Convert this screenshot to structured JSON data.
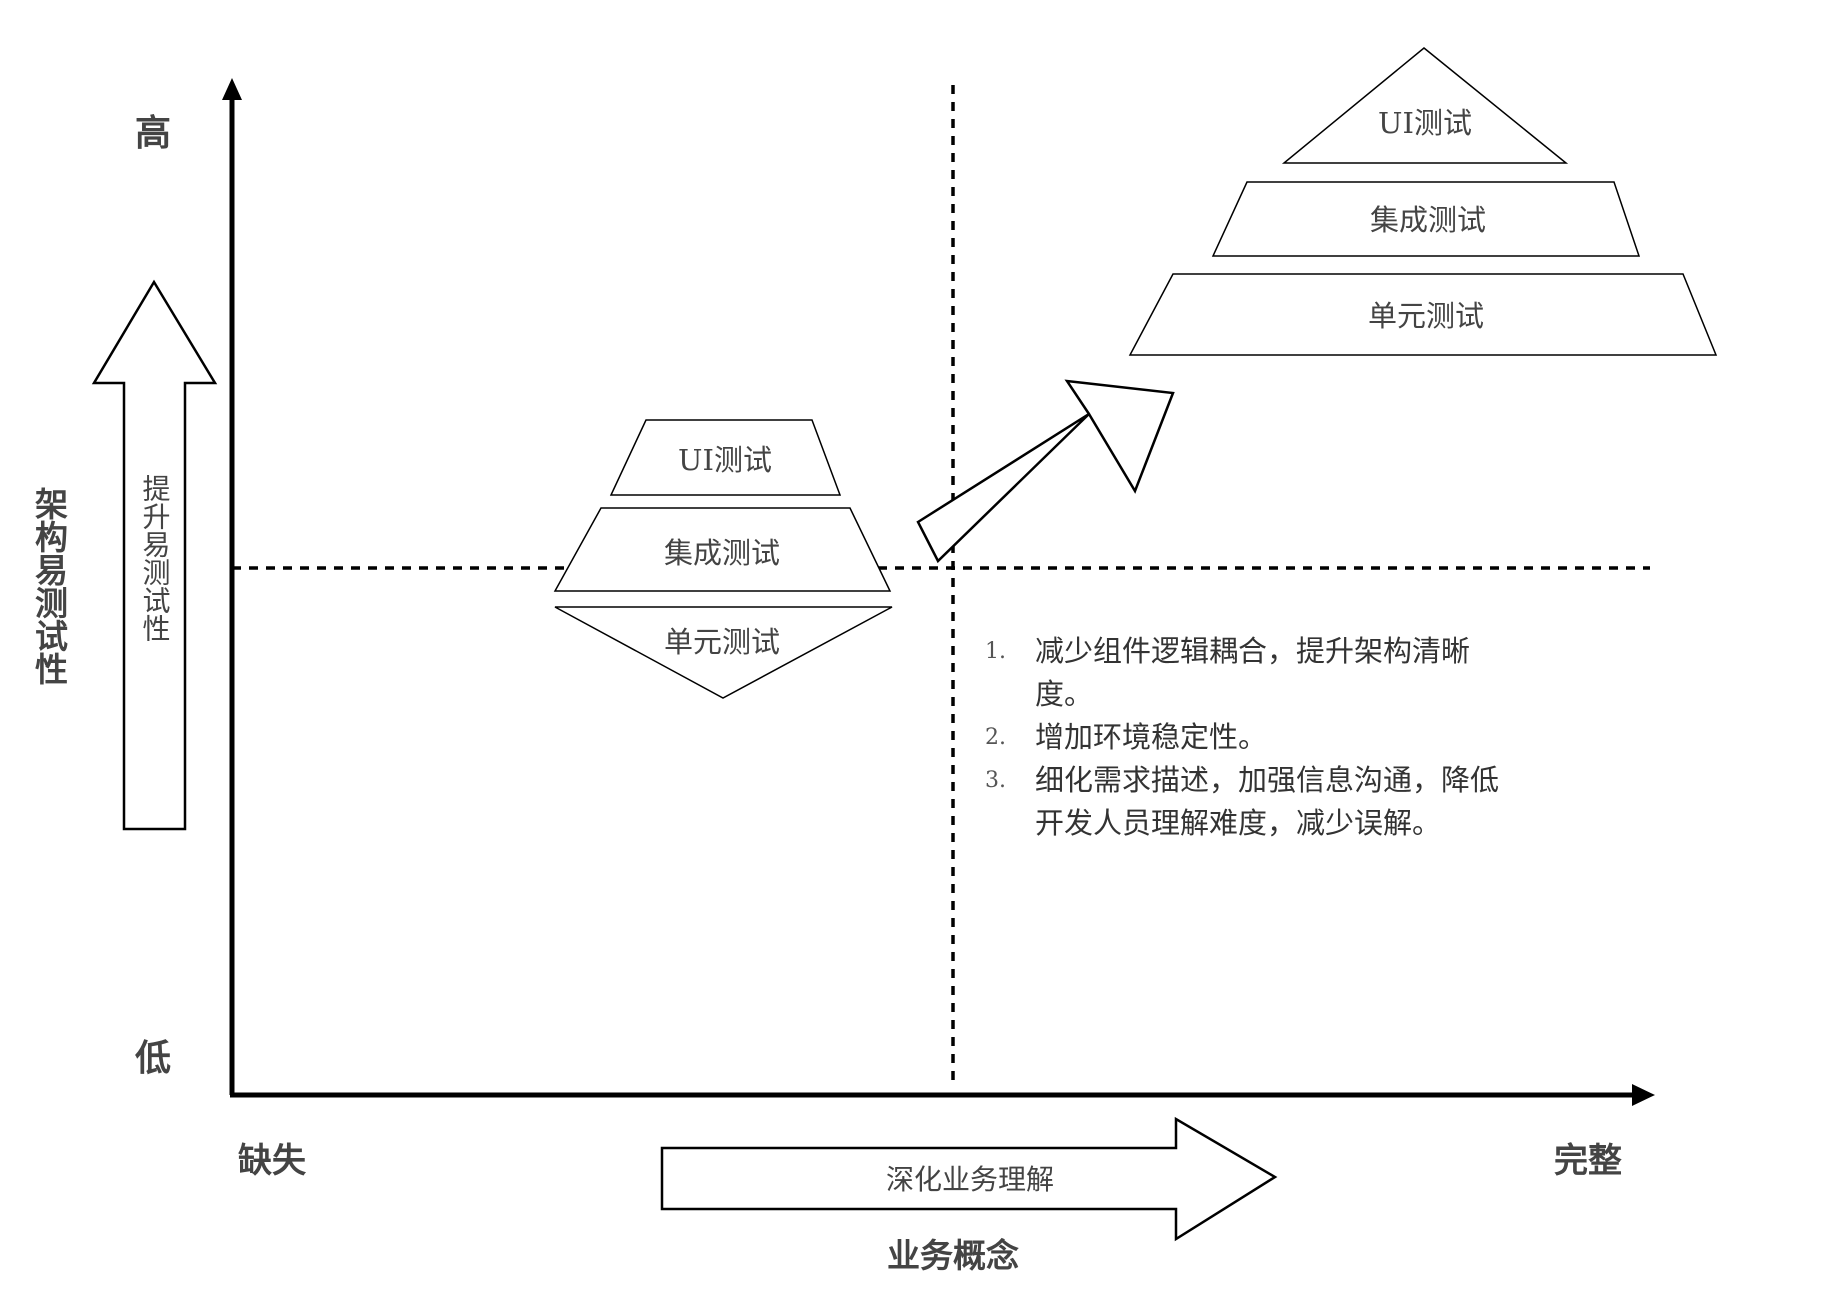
{
  "axes": {
    "y_title": "架构易测试性",
    "y_high": "高",
    "y_low": "低",
    "x_left": "缺失",
    "x_right": "完整",
    "x_title": "业务概念"
  },
  "arrows": {
    "vertical_label": "提升易测试性",
    "horizontal_label": "深化业务理解"
  },
  "small_stack": {
    "top": "UI测试",
    "middle": "集成测试",
    "bottom": "单元测试"
  },
  "pyramid": {
    "top": "UI测试",
    "middle": "集成测试",
    "bottom": "单元测试"
  },
  "notes": [
    {
      "num": "1.",
      "text": "减少组件逻辑耦合，提升架构清晰度。"
    },
    {
      "num": "2.",
      "text": "增加环境稳定性。"
    },
    {
      "num": "3.",
      "text": "细化需求描述，加强信息沟通，降低开发人员理解难度，减少误解。"
    }
  ]
}
